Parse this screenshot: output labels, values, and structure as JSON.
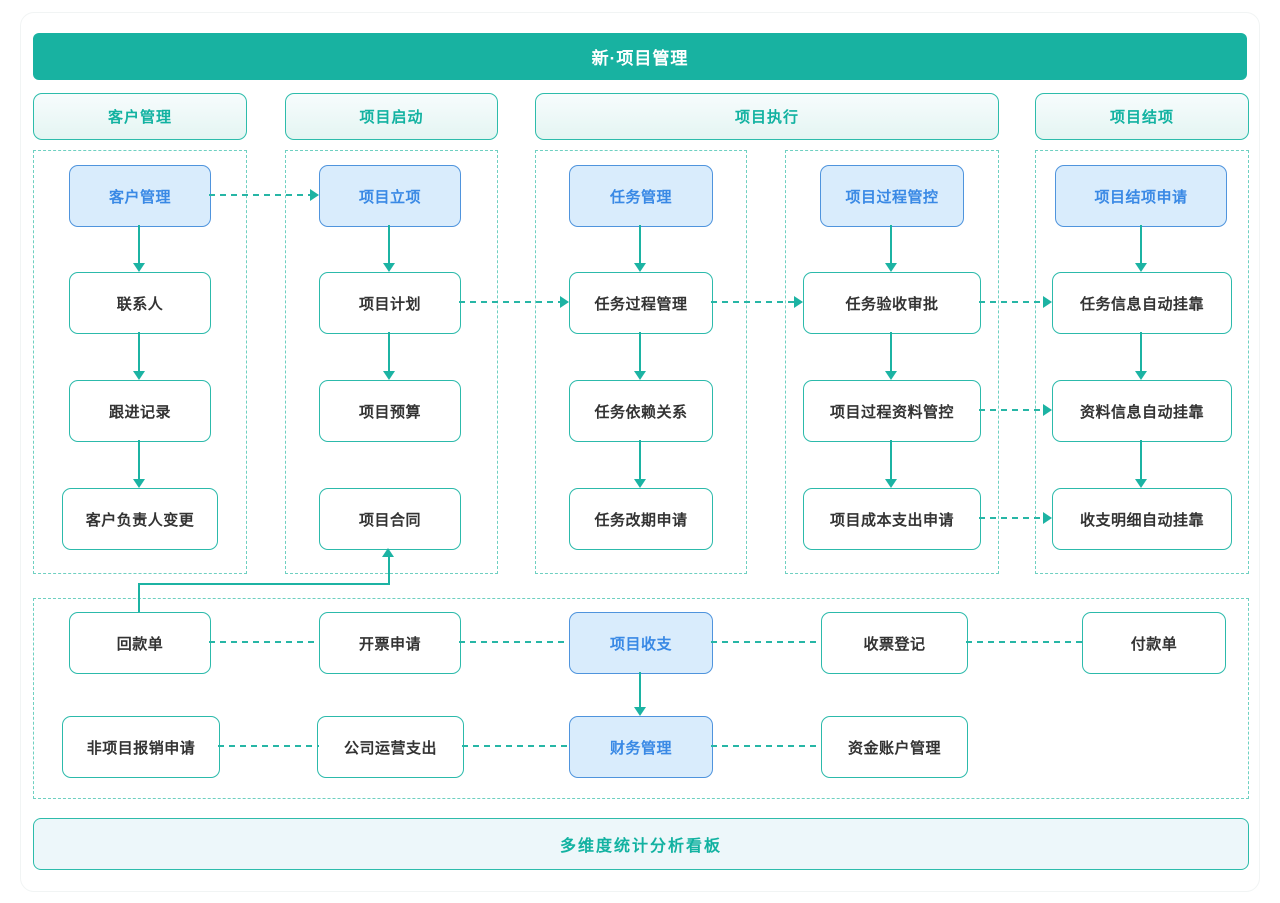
{
  "title": "新·项目管理",
  "headers": {
    "customer": "客户管理",
    "initiation": "项目启动",
    "execution": "项目执行",
    "closing": "项目结项"
  },
  "columns": {
    "customer": {
      "lead": "客户管理",
      "steps": [
        "联系人",
        "跟进记录",
        "客户负责人变更"
      ]
    },
    "initiation": {
      "lead": "项目立项",
      "steps": [
        "项目计划",
        "项目预算",
        "项目合同"
      ]
    },
    "task": {
      "lead": "任务管理",
      "steps": [
        "任务过程管理",
        "任务依赖关系",
        "任务改期申请"
      ]
    },
    "process": {
      "lead": "项目过程管控",
      "steps": [
        "任务验收审批",
        "项目过程资料管控",
        "项目成本支出申请"
      ]
    },
    "closing": {
      "lead": "项目结项申请",
      "steps": [
        "任务信息自动挂靠",
        "资料信息自动挂靠",
        "收支明细自动挂靠"
      ]
    }
  },
  "finance": {
    "row1": [
      "回款单",
      "开票申请",
      "项目收支",
      "收票登记",
      "付款单"
    ],
    "row2": [
      "非项目报销申请",
      "公司运营支出",
      "财务管理",
      "资金账户管理"
    ]
  },
  "footer": "多维度统计分析看板",
  "colors": {
    "banner_teal": "#18b2a1",
    "line_teal": "#1cb3a3",
    "node_border_teal": "#2cbaab",
    "dashed_border_teal": "#6ed0c1",
    "blue_fill": "#d9ecfc",
    "blue_border": "#4f94dd",
    "blue_text": "#3989e5",
    "header_text_teal": "#12b2a1",
    "node_text": "#333333"
  }
}
